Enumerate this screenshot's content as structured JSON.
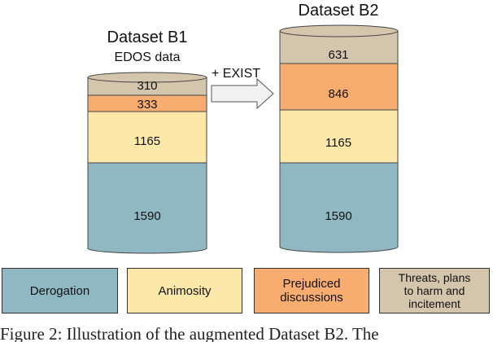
{
  "datasets": [
    {
      "title": "Dataset B1",
      "subtitle": "EDOS data",
      "segments": [
        {
          "label": "310",
          "category": "threats"
        },
        {
          "label": "333",
          "category": "prejudiced"
        },
        {
          "label": "1165",
          "category": "animosity"
        },
        {
          "label": "1590",
          "category": "derogation"
        }
      ]
    },
    {
      "title": "Dataset B2",
      "subtitle": "",
      "segments": [
        {
          "label": "631",
          "category": "threats"
        },
        {
          "label": "846",
          "category": "prejudiced"
        },
        {
          "label": "1165",
          "category": "animosity"
        },
        {
          "label": "1590",
          "category": "derogation"
        }
      ]
    }
  ],
  "arrow": {
    "label": "+ EXIST"
  },
  "legend": [
    {
      "key": "derogation",
      "label": "Derogation",
      "color": "#8fb8c3"
    },
    {
      "key": "animosity",
      "label": "Animosity",
      "color": "#fce8a8"
    },
    {
      "key": "prejudiced",
      "label": "Prejudiced\ndiscussions",
      "color": "#f7ad70"
    },
    {
      "key": "threats",
      "label": "Threats, plans\nto harm and\nincitement",
      "color": "#d4c5ad"
    }
  ],
  "caption": "Figure 2: Illustration of the augmented Dataset B2. The"
}
